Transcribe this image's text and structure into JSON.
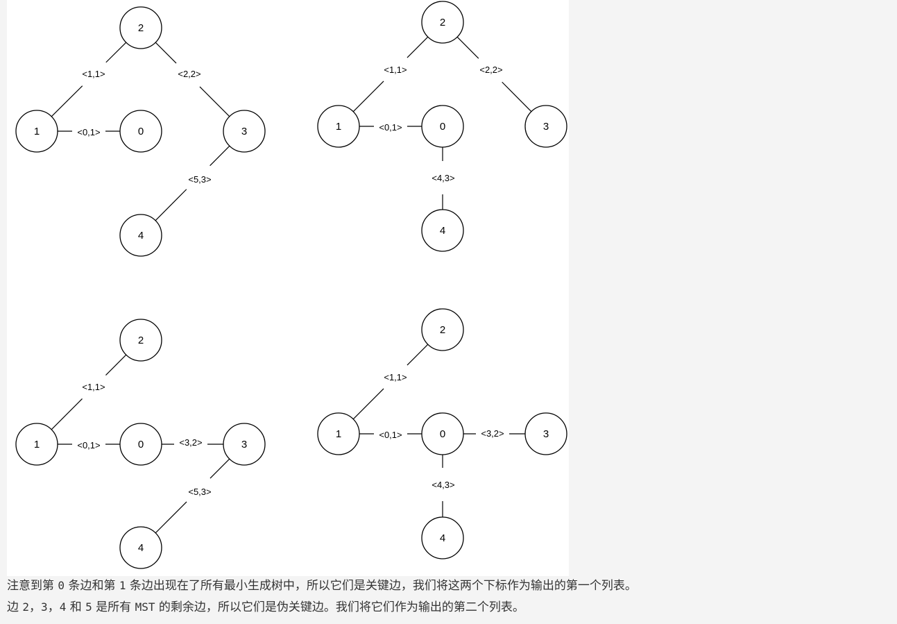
{
  "diagrams": [
    {
      "nodes": [
        {
          "id": "2",
          "label": "2"
        },
        {
          "id": "1",
          "label": "1"
        },
        {
          "id": "0",
          "label": "0"
        },
        {
          "id": "3",
          "label": "3"
        },
        {
          "id": "4",
          "label": "4"
        }
      ],
      "edges": [
        {
          "from": "2",
          "to": "1",
          "label": "<1,1>"
        },
        {
          "from": "2",
          "to": "3",
          "label": "<2,2>"
        },
        {
          "from": "1",
          "to": "0",
          "label": "<0,1>"
        },
        {
          "from": "3",
          "to": "4",
          "label": "<5,3>"
        }
      ]
    },
    {
      "nodes": [
        {
          "id": "2",
          "label": "2"
        },
        {
          "id": "1",
          "label": "1"
        },
        {
          "id": "0",
          "label": "0"
        },
        {
          "id": "3",
          "label": "3"
        },
        {
          "id": "4",
          "label": "4"
        }
      ],
      "edges": [
        {
          "from": "2",
          "to": "1",
          "label": "<1,1>"
        },
        {
          "from": "2",
          "to": "3",
          "label": "<2,2>"
        },
        {
          "from": "1",
          "to": "0",
          "label": "<0,1>"
        },
        {
          "from": "0",
          "to": "4",
          "label": "<4,3>"
        }
      ]
    },
    {
      "nodes": [
        {
          "id": "2",
          "label": "2"
        },
        {
          "id": "1",
          "label": "1"
        },
        {
          "id": "0",
          "label": "0"
        },
        {
          "id": "3",
          "label": "3"
        },
        {
          "id": "4",
          "label": "4"
        }
      ],
      "edges": [
        {
          "from": "2",
          "to": "1",
          "label": "<1,1>"
        },
        {
          "from": "1",
          "to": "0",
          "label": "<0,1>"
        },
        {
          "from": "0",
          "to": "3",
          "label": "<3,2>"
        },
        {
          "from": "3",
          "to": "4",
          "label": "<5,3>"
        }
      ]
    },
    {
      "nodes": [
        {
          "id": "2",
          "label": "2"
        },
        {
          "id": "1",
          "label": "1"
        },
        {
          "id": "0",
          "label": "0"
        },
        {
          "id": "3",
          "label": "3"
        },
        {
          "id": "4",
          "label": "4"
        }
      ],
      "edges": [
        {
          "from": "2",
          "to": "1",
          "label": "<1,1>"
        },
        {
          "from": "1",
          "to": "0",
          "label": "<0,1>"
        },
        {
          "from": "0",
          "to": "3",
          "label": "<3,2>"
        },
        {
          "from": "0",
          "to": "4",
          "label": "<4,3>"
        }
      ]
    }
  ],
  "caption": {
    "line1": [
      {
        "text": "注意到第 ",
        "code": false
      },
      {
        "text": "0",
        "code": true
      },
      {
        "text": " 条边和第 ",
        "code": false
      },
      {
        "text": "1",
        "code": true
      },
      {
        "text": " 条边出现在了所有最小生成树中，所以它们是关键边，我们将这两个下标作为输出的第一个列表。",
        "code": false
      }
    ],
    "line2": [
      {
        "text": "边 ",
        "code": false
      },
      {
        "text": "2",
        "code": true
      },
      {
        "text": "，",
        "code": false
      },
      {
        "text": "3",
        "code": true
      },
      {
        "text": "，",
        "code": false
      },
      {
        "text": "4",
        "code": true
      },
      {
        "text": " 和 ",
        "code": false
      },
      {
        "text": "5",
        "code": true
      },
      {
        "text": " 是所有 ",
        "code": false
      },
      {
        "text": "MST",
        "code": true
      },
      {
        "text": " 的剩余边，所以它们是伪关键边。我们将它们作为输出的第二个列表。",
        "code": false
      }
    ]
  }
}
